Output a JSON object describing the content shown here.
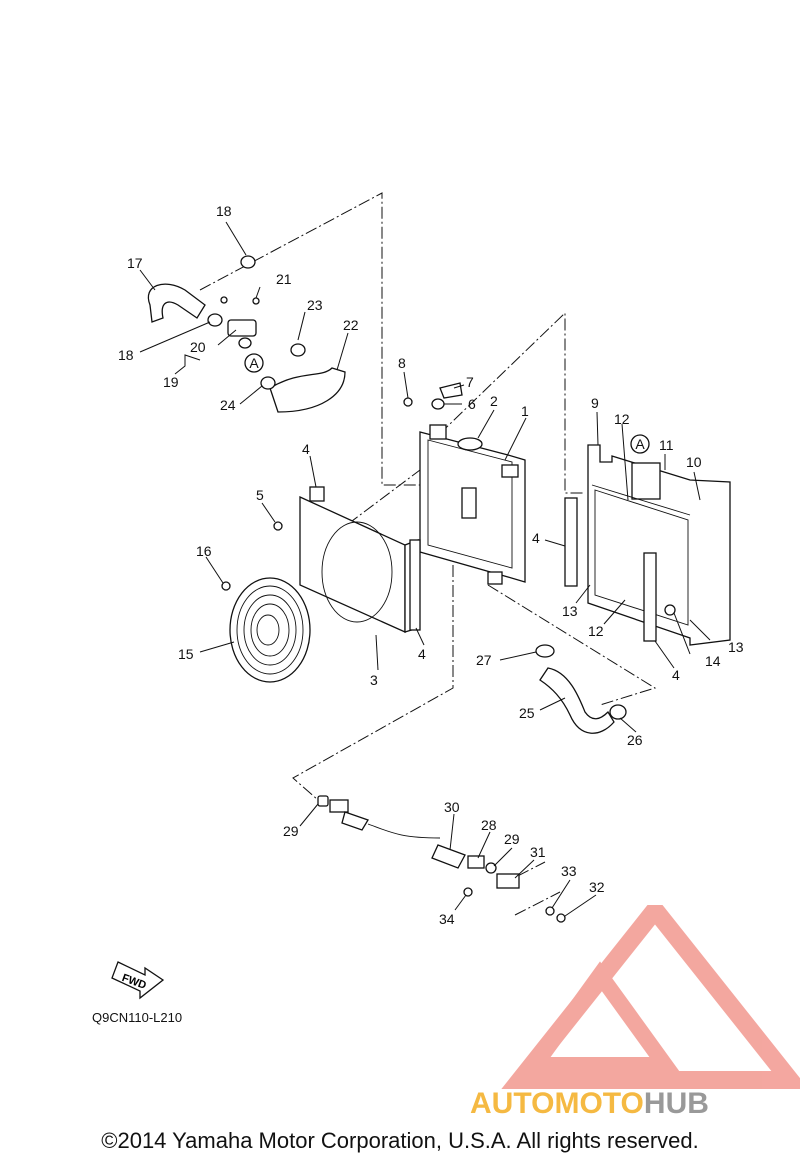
{
  "diagram_code": "Q9CN110-L210",
  "copyright": "©2014 Yamaha Motor Corporation, U.S.A. All rights reserved.",
  "fwd_label": "FWD",
  "ref_marker": "A",
  "watermark": {
    "text_part1": "AUTOMOTO",
    "text_part2": "HUB",
    "color1": "#f5b942",
    "color2": "#999999",
    "logo_color": "#f08a80"
  },
  "callouts": {
    "c1": "1",
    "c2": "2",
    "c3": "3",
    "c4a": "4",
    "c4b": "4",
    "c4c": "4",
    "c4d": "4",
    "c5": "5",
    "c6": "6",
    "c7": "7",
    "c8": "8",
    "c9": "9",
    "c10": "10",
    "c11": "11",
    "c12a": "12",
    "c12b": "12",
    "c13a": "13",
    "c13b": "13",
    "c14": "14",
    "c15": "15",
    "c16": "16",
    "c17": "17",
    "c18a": "18",
    "c18b": "18",
    "c19": "19",
    "c20": "20",
    "c21": "21",
    "c22": "22",
    "c23": "23",
    "c24": "24",
    "c25": "25",
    "c26": "26",
    "c27": "27",
    "c28": "28",
    "c29a": "29",
    "c29b": "29",
    "c30": "30",
    "c31": "31",
    "c32": "32",
    "c33": "33",
    "c34": "34"
  }
}
